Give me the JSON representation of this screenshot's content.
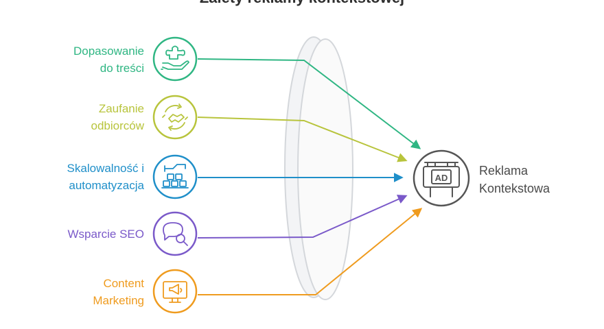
{
  "title": "Zalety reklamy kontekstowej",
  "colors": {
    "green": "#2fb683",
    "lime": "#b8c43c",
    "blue": "#1f8fc9",
    "purple": "#7a59c9",
    "orange": "#ef9b1e",
    "target": "#555555",
    "lens": "#d4d7db"
  },
  "sources": [
    {
      "lines": [
        "Dopasowanie",
        "do treści"
      ],
      "color": "#2fb683",
      "icon": "puzzle-hand-icon"
    },
    {
      "lines": [
        "Zaufanie",
        "odbiorców"
      ],
      "color": "#b8c43c",
      "icon": "handshake-cycle-icon"
    },
    {
      "lines": [
        "Skalowalność i",
        "automatyzacja"
      ],
      "color": "#1f8fc9",
      "icon": "conveyor-boxes-icon"
    },
    {
      "lines": [
        "Wsparcie SEO"
      ],
      "color": "#7a59c9",
      "icon": "chat-search-icon"
    },
    {
      "lines": [
        "Content",
        "Marketing"
      ],
      "color": "#ef9b1e",
      "icon": "monitor-megaphone-icon"
    }
  ],
  "target": {
    "lines": [
      "Reklama",
      "Kontekstowa"
    ],
    "badge": "AD",
    "icon": "billboard-ad-icon"
  }
}
